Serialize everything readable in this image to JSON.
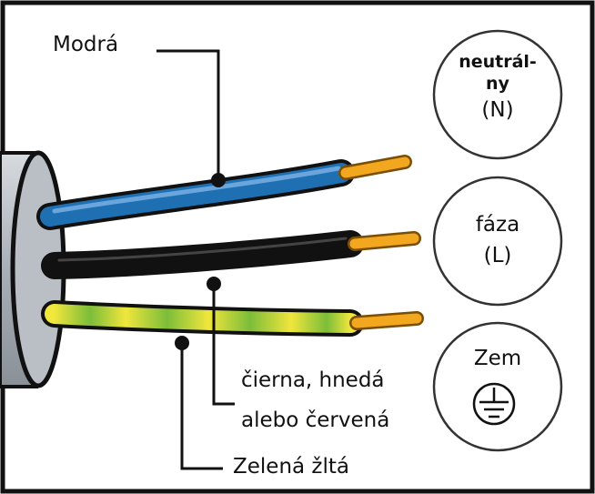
{
  "labels": {
    "blue_wire": "Modrá",
    "live_wire_line1": "čierna,  hnedá",
    "live_wire_line2": "alebo červená",
    "earth_wire": "Zelená žltá"
  },
  "circles": {
    "neutral": {
      "word_line1": "neutrál-",
      "word_line2": "ny",
      "code": "(N)"
    },
    "phase": {
      "word": "fáza",
      "code": "(L)"
    },
    "earth": {
      "word": "Zem"
    }
  },
  "colors": {
    "frame": "#111111",
    "blue_wire": "#1f6fb3",
    "black_wire": "#111111",
    "green_yellow_green": "#7cbd3a",
    "green_yellow_yellow": "#f0e63c",
    "copper": "#f2a71e",
    "cable_sheath": "#b7bcc2"
  }
}
